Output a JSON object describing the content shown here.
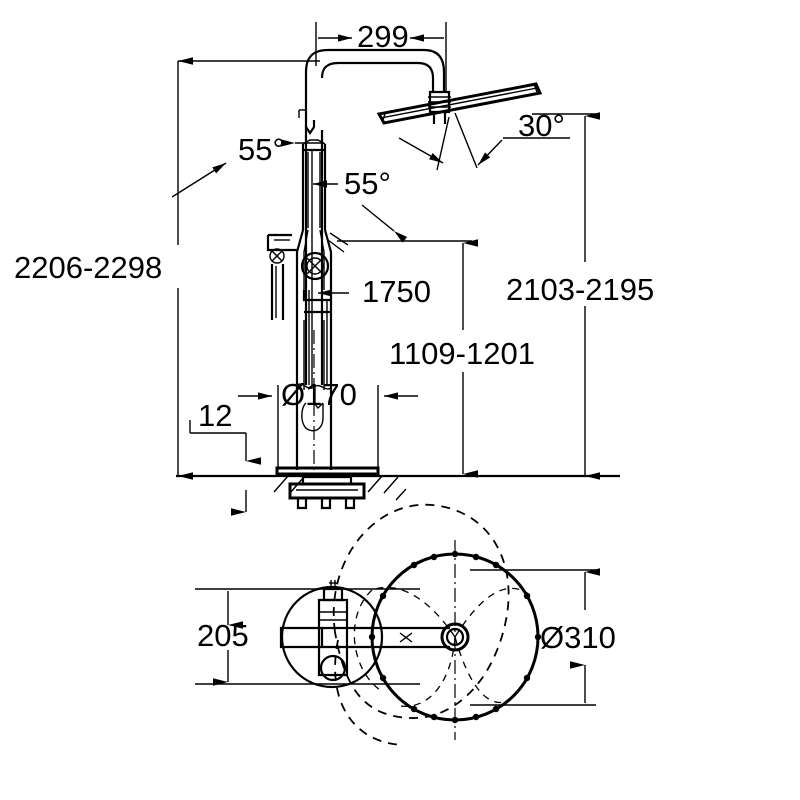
{
  "document": {
    "type": "technical-dimension-drawing",
    "subject": "Floor standing shower column with rain shower head",
    "units": "mm",
    "background_color": "#ffffff",
    "line_color": "#000000"
  },
  "views": {
    "elevation": {
      "name": "front-elevation-view",
      "label": ""
    },
    "plan": {
      "name": "plan-view",
      "label": ""
    }
  },
  "dimensions": {
    "arm_reach": {
      "value": "299",
      "name": "dimension-arm-reach",
      "orientation": "horizontal"
    },
    "overall_height_range": {
      "value": "2206-2298",
      "name": "dimension-overall-height",
      "orientation": "vertical"
    },
    "head_height_range": {
      "value": "2103-2195",
      "name": "dimension-shower-head-height",
      "orientation": "vertical"
    },
    "hand_shower_height": {
      "value": "1750",
      "name": "dimension-hand-shower-height",
      "orientation": "leader"
    },
    "valve_height_range": {
      "value": "1109-1201",
      "name": "dimension-valve-height",
      "orientation": "vertical"
    },
    "base_diameter": {
      "value": "Ø170",
      "name": "dimension-base-diameter",
      "orientation": "horizontal"
    },
    "base_plate_thickness": {
      "value": "12",
      "name": "dimension-base-plate-thickness",
      "orientation": "vertical"
    },
    "plan_offset": {
      "value": "205",
      "name": "dimension-plan-offset",
      "orientation": "vertical"
    },
    "head_diameter": {
      "value": "Ø310",
      "name": "dimension-shower-head-diameter",
      "orientation": "vertical"
    }
  },
  "angles": {
    "upper_swivel": {
      "value": "55°",
      "name": "angle-upper-swivel"
    },
    "lower_swivel": {
      "value": "55°",
      "name": "angle-lower-swivel"
    },
    "head_tilt": {
      "value": "30°",
      "name": "angle-head-tilt"
    }
  }
}
